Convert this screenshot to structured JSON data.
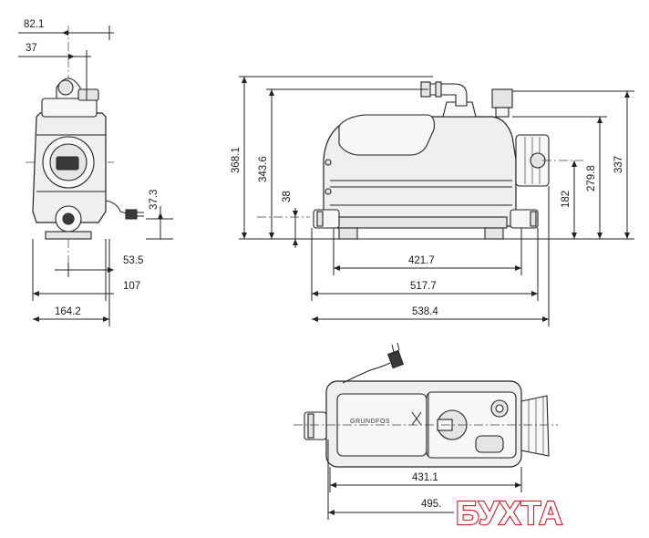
{
  "dimensions": {
    "side_view": {
      "top_offset_1": "82.1",
      "top_offset_2": "37",
      "inlet_height": "37.3",
      "outlet_offset": "53.5",
      "depth_offset": "107",
      "total_width": "164.2"
    },
    "front_view": {
      "overall_height": "368.1",
      "inlet_pipe_height": "343.6",
      "bottom_inlet_height": "38",
      "right_inlet_height": "182",
      "body_height": "279.8",
      "top_height": "337",
      "inlet_spacing": "421.7",
      "inlet_span": "517.7",
      "overall_length": "538.4"
    },
    "top_view": {
      "body_length": "431.1",
      "overall_length": "495."
    }
  },
  "brand": {
    "logo_text": "GRUNDFOS"
  },
  "watermark": {
    "text": "БУХТА",
    "color": "#d11a2a"
  }
}
